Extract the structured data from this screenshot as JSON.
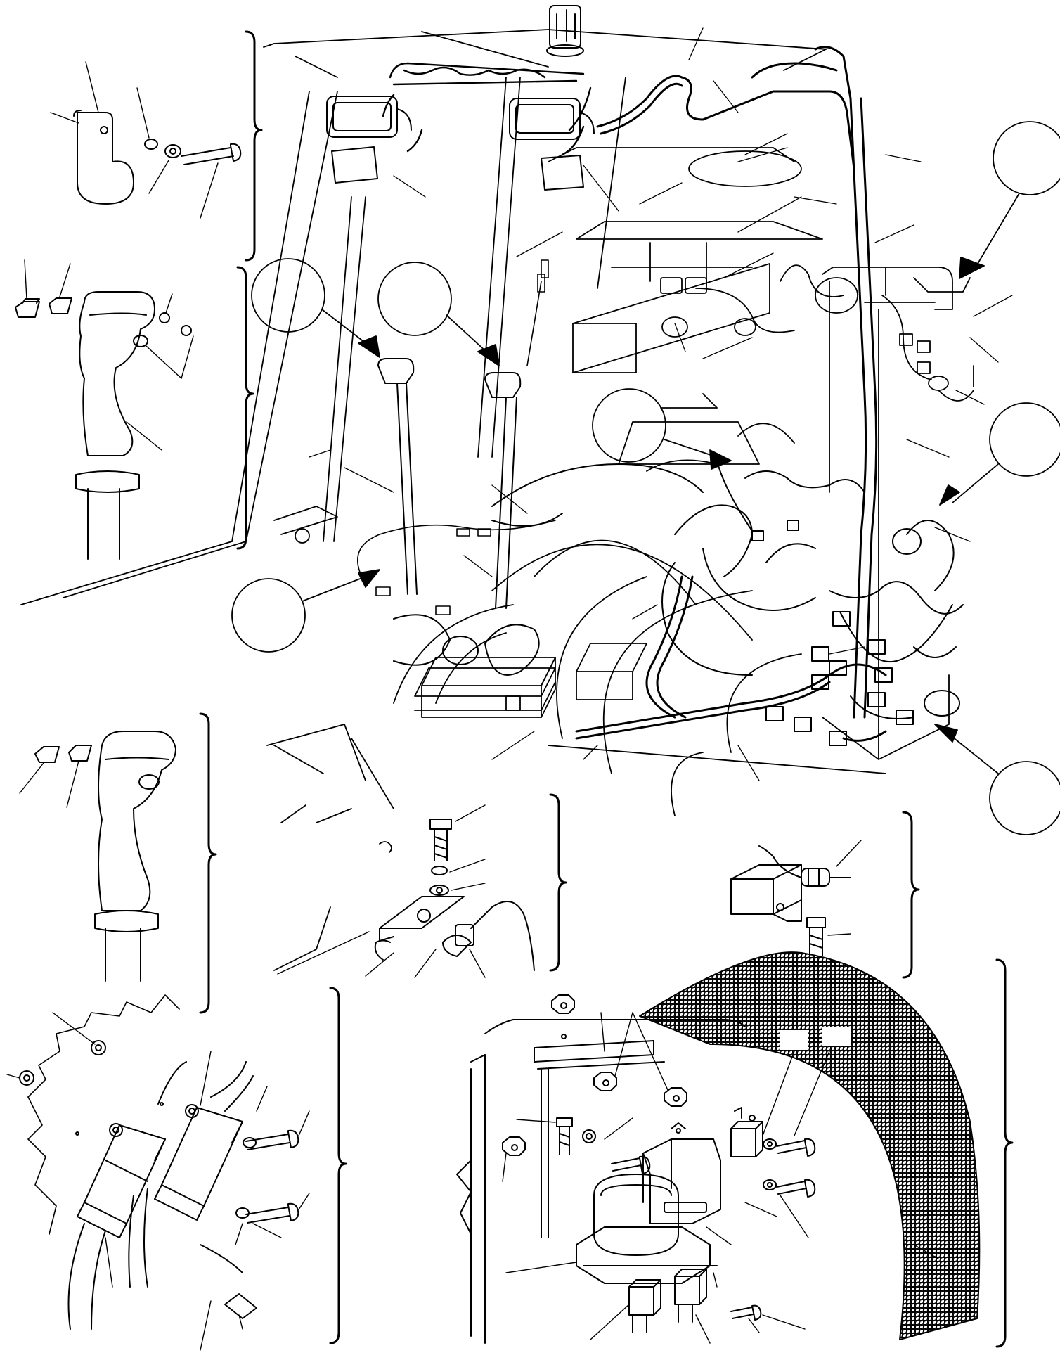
{
  "diagram": {
    "type": "exploded-parts-wiring-diagram",
    "colors": {
      "line": "#000000",
      "background": "#ffffff",
      "shading": "#bdbdbd"
    },
    "callout_balloons": [
      {
        "id": "balloon-upper-right",
        "label": ""
      },
      {
        "id": "balloon-joystick-left",
        "label": ""
      },
      {
        "id": "balloon-joystick-right",
        "label": ""
      },
      {
        "id": "balloon-center",
        "label": ""
      },
      {
        "id": "balloon-right-middle",
        "label": ""
      },
      {
        "id": "balloon-left-lower",
        "label": ""
      },
      {
        "id": "balloon-right-lower",
        "label": ""
      }
    ],
    "detail_groups": [
      "clamp-bracket-detail",
      "joystick-handle-detail-upper",
      "joystick-handle-detail-lower",
      "switch-bracket-detail",
      "sensor-bracket-detail",
      "relay-module-detail",
      "relay-panel-detail"
    ]
  }
}
